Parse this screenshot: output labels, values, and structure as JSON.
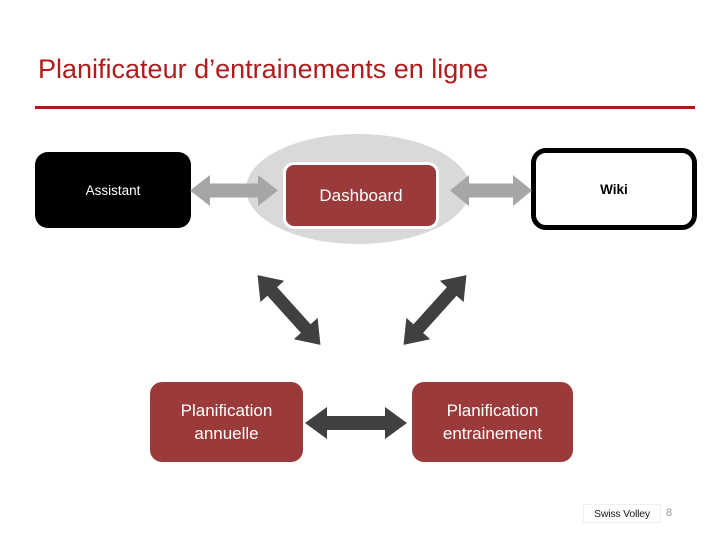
{
  "slide": {
    "title": "Planificateur d’entrainements en ligne",
    "background_color": "#FFFFFF",
    "accent_color": "#B01C1C",
    "rule_color": "#A61C1C"
  },
  "diagram": {
    "type": "flow",
    "nodes": [
      {
        "id": "assistant",
        "label": "Assistant",
        "fill": "#000000",
        "text_color": "#FFFFFF",
        "border": "none",
        "shape": "rounded-rectangle"
      },
      {
        "id": "dashboard",
        "label": "Dashboard",
        "fill": "#9B3A3A",
        "text_color": "#FFFFFF",
        "border": "#FFFFFF",
        "shape": "rounded-rectangle",
        "backdrop": {
          "shape": "ellipse",
          "fill": "#D9D9D9"
        }
      },
      {
        "id": "wiki",
        "label": "Wiki",
        "fill": "#FFFFFF",
        "text_color": "#000000",
        "border": "#000000",
        "shape": "rounded-rectangle"
      },
      {
        "id": "plan-annuelle",
        "label": "Planification\nannuelle",
        "fill": "#9B3A3A",
        "text_color": "#FFFFFF",
        "border": "none",
        "shape": "rounded-rectangle"
      },
      {
        "id": "plan-entrainement",
        "label": "Planification\nentrainement",
        "fill": "#9B3A3A",
        "text_color": "#FFFFFF",
        "border": "none",
        "shape": "rounded-rectangle"
      }
    ],
    "connectors": [
      {
        "id": "assistant-dashboard",
        "from": "assistant",
        "to": "dashboard",
        "style": "double-headed",
        "direction": "horizontal",
        "color": "#A6A6A6"
      },
      {
        "id": "dashboard-wiki",
        "from": "dashboard",
        "to": "wiki",
        "style": "double-headed",
        "direction": "horizontal",
        "color": "#A6A6A6"
      },
      {
        "id": "dashboard-annuelle",
        "from": "dashboard",
        "to": "plan-annuelle",
        "style": "double-headed",
        "direction": "diagonal-down-left",
        "color": "#404040"
      },
      {
        "id": "dashboard-entrainement",
        "from": "dashboard",
        "to": "plan-entrainement",
        "style": "double-headed",
        "direction": "diagonal-down-right",
        "color": "#404040"
      },
      {
        "id": "annuelle-entrainement",
        "from": "plan-annuelle",
        "to": "plan-entrainement",
        "style": "double-headed",
        "direction": "horizontal",
        "color": "#404040"
      }
    ]
  },
  "footer": {
    "brand": "Swiss Volley",
    "page_number": "8"
  }
}
